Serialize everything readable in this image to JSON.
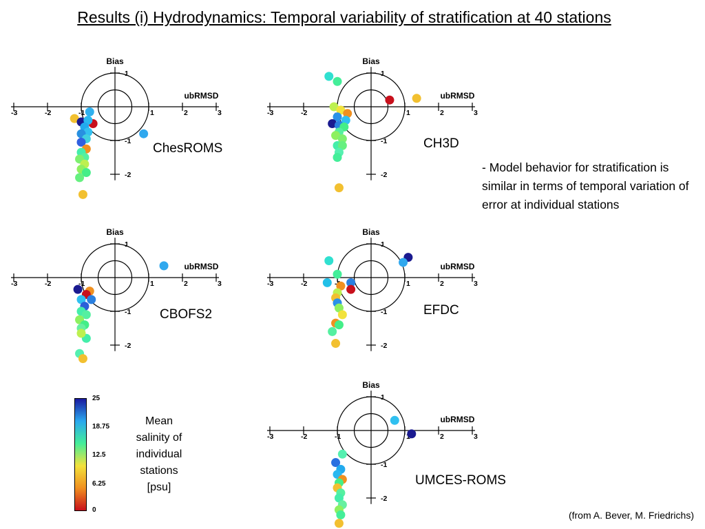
{
  "title": "Results (i) Hydrodynamics: Temporal variability of stratification at 40 stations",
  "note": "- Model behavior for stratification is similar in terms of temporal variation of error at individual stations",
  "source": "(from A. Bever, M. Friedrichs)",
  "legend": {
    "caption": "Mean salinity of individual stations [psu]",
    "ticks": [
      "25",
      "18.75",
      "12.5",
      "6.25",
      "0"
    ],
    "colors": [
      "#1a1aa0",
      "#2aa8ee",
      "#44ee99",
      "#f2e23c",
      "#f09020",
      "#c8101c"
    ]
  },
  "chart_data": [
    {
      "type": "scatter",
      "model": "ChesROMS",
      "xlabel": "ubRMSD",
      "ylabel": "Bias",
      "x_ticks": [
        "-3",
        "-2",
        "-1",
        "1",
        "2",
        "3"
      ],
      "y_ticks": [
        "1",
        "-1",
        "-2"
      ],
      "xlim": [
        -3,
        3
      ],
      "ylim": [
        -2.3,
        1.1
      ],
      "circles": [
        0.5,
        1
      ],
      "points": [
        {
          "x": -1.2,
          "y": -0.35,
          "c": "#f2c030"
        },
        {
          "x": -1.0,
          "y": -0.45,
          "c": "#1a1a90"
        },
        {
          "x": -0.65,
          "y": -0.5,
          "c": "#c8101c"
        },
        {
          "x": -0.75,
          "y": -0.15,
          "c": "#30b0ee"
        },
        {
          "x": -0.8,
          "y": -0.4,
          "c": "#2ab8f0"
        },
        {
          "x": -0.9,
          "y": -0.6,
          "c": "#22aaee"
        },
        {
          "x": -0.8,
          "y": -0.75,
          "c": "#33c0f0"
        },
        {
          "x": -1.0,
          "y": -0.8,
          "c": "#2890e0"
        },
        {
          "x": -0.85,
          "y": -0.95,
          "c": "#40d0e0"
        },
        {
          "x": -1.0,
          "y": -1.05,
          "c": "#3060e0"
        },
        {
          "x": -0.85,
          "y": -1.25,
          "c": "#f09020"
        },
        {
          "x": -1.0,
          "y": -1.35,
          "c": "#44eeaa"
        },
        {
          "x": -0.9,
          "y": -1.5,
          "c": "#55f0a0"
        },
        {
          "x": -1.05,
          "y": -1.55,
          "c": "#7ef070"
        },
        {
          "x": -0.9,
          "y": -1.7,
          "c": "#bdf050"
        },
        {
          "x": -1.0,
          "y": -1.85,
          "c": "#8ef060"
        },
        {
          "x": -0.85,
          "y": -1.95,
          "c": "#44ee88"
        },
        {
          "x": -1.05,
          "y": -2.1,
          "c": "#66f080"
        },
        {
          "x": -0.95,
          "y": -2.6,
          "c": "#f2c030"
        },
        {
          "x": 0.85,
          "y": -0.8,
          "c": "#30a8ee"
        }
      ]
    },
    {
      "type": "scatter",
      "model": "CH3D",
      "xlabel": "ubRMSD",
      "ylabel": "Bias",
      "x_ticks": [
        "-3",
        "-2",
        "-1",
        "1",
        "2",
        "3"
      ],
      "y_ticks": [
        "1",
        "-1",
        "-2"
      ],
      "xlim": [
        -3,
        3
      ],
      "ylim": [
        -2.3,
        1.1
      ],
      "circles": [
        0.5,
        1
      ],
      "points": [
        {
          "x": -1.25,
          "y": 0.9,
          "c": "#30e0d0"
        },
        {
          "x": -1.0,
          "y": 0.75,
          "c": "#44ee99"
        },
        {
          "x": 0.55,
          "y": 0.2,
          "c": "#c8101c"
        },
        {
          "x": 1.35,
          "y": 0.25,
          "c": "#f2c030"
        },
        {
          "x": -1.1,
          "y": 0.0,
          "c": "#bdf050"
        },
        {
          "x": -0.9,
          "y": -0.1,
          "c": "#f2e23c"
        },
        {
          "x": -0.7,
          "y": -0.2,
          "c": "#f09020"
        },
        {
          "x": -1.0,
          "y": -0.3,
          "c": "#2a90e8"
        },
        {
          "x": -0.75,
          "y": -0.4,
          "c": "#30c0f0"
        },
        {
          "x": -1.15,
          "y": -0.5,
          "c": "#1a1a90"
        },
        {
          "x": -0.95,
          "y": -0.55,
          "c": "#2a80e0"
        },
        {
          "x": -0.8,
          "y": -0.6,
          "c": "#44ee88"
        },
        {
          "x": -0.95,
          "y": -0.75,
          "c": "#55f0a0"
        },
        {
          "x": -1.05,
          "y": -0.85,
          "c": "#8ef060"
        },
        {
          "x": -0.85,
          "y": -0.95,
          "c": "#7ef070"
        },
        {
          "x": -1.0,
          "y": -1.15,
          "c": "#44eeaa"
        },
        {
          "x": -0.85,
          "y": -1.15,
          "c": "#66f080"
        },
        {
          "x": -0.95,
          "y": -1.35,
          "c": "#55f0b0"
        },
        {
          "x": -1.0,
          "y": -1.5,
          "c": "#44ee99"
        },
        {
          "x": -0.95,
          "y": -2.4,
          "c": "#f2c030"
        }
      ]
    },
    {
      "type": "scatter",
      "model": "CBOFS2",
      "xlabel": "ubRMSD",
      "ylabel": "Bias",
      "x_ticks": [
        "-3",
        "-2",
        "-1",
        "1",
        "2",
        "3"
      ],
      "y_ticks": [
        "1",
        "-1",
        "-2"
      ],
      "xlim": [
        -3,
        3
      ],
      "ylim": [
        -2.3,
        1.1
      ],
      "circles": [
        0.5,
        1
      ],
      "points": [
        {
          "x": 1.45,
          "y": 0.35,
          "c": "#30a8ee"
        },
        {
          "x": -1.1,
          "y": -0.35,
          "c": "#1a1a90"
        },
        {
          "x": -0.75,
          "y": -0.4,
          "c": "#f09020"
        },
        {
          "x": -0.85,
          "y": -0.5,
          "c": "#c8101c"
        },
        {
          "x": -0.7,
          "y": -0.65,
          "c": "#2a80e0"
        },
        {
          "x": -1.0,
          "y": -0.65,
          "c": "#30c0f0"
        },
        {
          "x": -0.9,
          "y": -0.85,
          "c": "#2a60d8"
        },
        {
          "x": -1.0,
          "y": -1.0,
          "c": "#44eeaa"
        },
        {
          "x": -0.85,
          "y": -1.1,
          "c": "#55f0a0"
        },
        {
          "x": -1.05,
          "y": -1.25,
          "c": "#8ef060"
        },
        {
          "x": -0.9,
          "y": -1.4,
          "c": "#44ee88"
        },
        {
          "x": -1.0,
          "y": -1.5,
          "c": "#66f0a0"
        },
        {
          "x": -0.85,
          "y": -1.8,
          "c": "#44eeaa"
        },
        {
          "x": -1.0,
          "y": -1.65,
          "c": "#bdf050"
        },
        {
          "x": -1.05,
          "y": -2.25,
          "c": "#55f0b0"
        },
        {
          "x": -0.95,
          "y": -2.4,
          "c": "#f2c030"
        }
      ]
    },
    {
      "type": "scatter",
      "model": "EFDC",
      "xlabel": "ubRMSD",
      "ylabel": "Bias",
      "x_ticks": [
        "-3",
        "-2",
        "-1",
        "1",
        "2",
        "3"
      ],
      "y_ticks": [
        "1",
        "-1",
        "-2"
      ],
      "xlim": [
        -3,
        3
      ],
      "ylim": [
        -2.3,
        1.1
      ],
      "circles": [
        0.5,
        1
      ],
      "points": [
        {
          "x": -1.25,
          "y": 0.5,
          "c": "#30e0d0"
        },
        {
          "x": 1.1,
          "y": 0.6,
          "c": "#1a1a90"
        },
        {
          "x": 0.95,
          "y": 0.45,
          "c": "#30a8ee"
        },
        {
          "x": -1.0,
          "y": 0.1,
          "c": "#44ee99"
        },
        {
          "x": -1.3,
          "y": -0.15,
          "c": "#22c0e8"
        },
        {
          "x": -0.6,
          "y": -0.15,
          "c": "#2a80e0"
        },
        {
          "x": -0.6,
          "y": -0.35,
          "c": "#c8101c"
        },
        {
          "x": -0.9,
          "y": -0.25,
          "c": "#f09020"
        },
        {
          "x": -1.0,
          "y": -0.45,
          "c": "#bdf050"
        },
        {
          "x": -1.05,
          "y": -0.6,
          "c": "#f2c030"
        },
        {
          "x": -1.0,
          "y": -0.75,
          "c": "#2a90e8"
        },
        {
          "x": -0.95,
          "y": -0.9,
          "c": "#8ef060"
        },
        {
          "x": -0.85,
          "y": -1.1,
          "c": "#f2e23c"
        },
        {
          "x": -1.05,
          "y": -1.35,
          "c": "#f09020"
        },
        {
          "x": -0.95,
          "y": -1.4,
          "c": "#44ee88"
        },
        {
          "x": -1.15,
          "y": -1.6,
          "c": "#55f0a0"
        },
        {
          "x": -1.05,
          "y": -1.95,
          "c": "#f2c030"
        }
      ]
    },
    {
      "type": "scatter",
      "model": "UMCES-ROMS",
      "xlabel": "ubRMSD",
      "ylabel": "Bias",
      "x_ticks": [
        "-3",
        "-2",
        "-1",
        "1",
        "2",
        "3"
      ],
      "y_ticks": [
        "1",
        "-1",
        "-2"
      ],
      "xlim": [
        -3,
        3
      ],
      "ylim": [
        -2.3,
        1.1
      ],
      "circles": [
        0.5,
        1
      ],
      "points": [
        {
          "x": 0.7,
          "y": 0.3,
          "c": "#30c0f0"
        },
        {
          "x": 1.2,
          "y": -0.1,
          "c": "#1a1a90"
        },
        {
          "x": -0.85,
          "y": -0.7,
          "c": "#55f0b0"
        },
        {
          "x": -1.05,
          "y": -0.95,
          "c": "#2a70e0"
        },
        {
          "x": -0.9,
          "y": -1.15,
          "c": "#22aaee"
        },
        {
          "x": -1.0,
          "y": -1.3,
          "c": "#2ab8f0"
        },
        {
          "x": -0.85,
          "y": -1.45,
          "c": "#f09020"
        },
        {
          "x": -0.95,
          "y": -1.55,
          "c": "#44ee88"
        },
        {
          "x": -1.0,
          "y": -1.7,
          "c": "#f2c030"
        },
        {
          "x": -0.9,
          "y": -1.85,
          "c": "#55f0a0"
        },
        {
          "x": -0.95,
          "y": -2.0,
          "c": "#44eeaa"
        },
        {
          "x": -0.85,
          "y": -2.2,
          "c": "#66f0a0"
        },
        {
          "x": -0.95,
          "y": -2.35,
          "c": "#8ef060"
        },
        {
          "x": -0.9,
          "y": -2.5,
          "c": "#44ee99"
        },
        {
          "x": -0.95,
          "y": -2.75,
          "c": "#f2c030"
        }
      ]
    }
  ]
}
